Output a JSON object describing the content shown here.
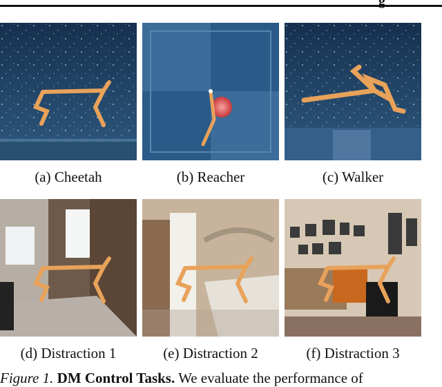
{
  "header": {
    "fragment": "g"
  },
  "panels": [
    {
      "label": "(a) Cheetah"
    },
    {
      "label": "(b) Reacher"
    },
    {
      "label": "(c) Walker"
    },
    {
      "label": "(d) Distraction 1"
    },
    {
      "label": "(e) Distraction 2"
    },
    {
      "label": "(f) Distraction 3"
    }
  ],
  "caption": {
    "figure": "Figure 1.",
    "title": "DM Control Tasks.",
    "text": "We evaluate the performance of"
  }
}
